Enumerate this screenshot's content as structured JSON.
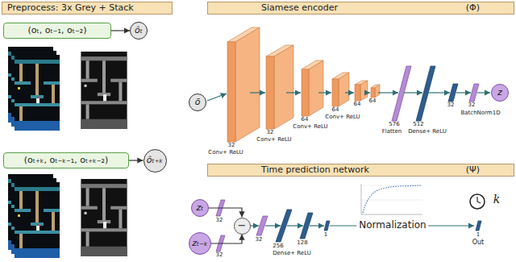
{
  "diagram": {
    "nodes": [
      {
        "text": [
          "Preprocess: 3x Grey + Stack"
        ]
      },
      {
        "text": [
          "(oₜ, oₜ₋₁, oₜ₋₂)"
        ]
      },
      {
        "text": [
          "ôₜ"
        ]
      },
      {
        "text": [
          "(oₜ₊ₖ, oₜ₋ₖ₋₁, oₜ₊ₖ₋₂)"
        ]
      },
      {
        "text": [
          "ôₜ₊ₖ"
        ]
      },
      {
        "text": [
          "Siamese encoder",
          "(Φ)"
        ]
      },
      {
        "text": [
          "ō"
        ]
      },
      {
        "text": [
          "z"
        ]
      },
      {
        "text": [
          "Time prediction network",
          "(Ψ)"
        ]
      },
      {
        "text": [
          "zₜ"
        ]
      },
      {
        "text": [
          "zₜ₋ₖ"
        ]
      },
      {
        "text": [
          "−"
        ]
      }
    ],
    "edges": [
      {
        "from": 1,
        "to": 2,
        "arrow": "to"
      },
      {
        "from": 3,
        "to": 4,
        "arrow": "to"
      },
      {
        "from": 9,
        "to": 11,
        "arrow": "to"
      },
      {
        "from": 10,
        "to": 11,
        "arrow": "to"
      }
    ],
    "labels": [
      "32",
      "Conv+ ReLU",
      "32",
      "Conv+ ReLU",
      "64",
      "Conv+ ReLU",
      "64",
      "Conv+ ReLU",
      "64",
      "64",
      "576",
      "Flatten",
      "512",
      "Dense+ ReLU",
      "32",
      "32",
      "BatchNorm1D",
      "32",
      "32",
      "32",
      "256",
      "128",
      "Dense+ ReLU",
      "1",
      "Normalization",
      "k",
      "1",
      "Out"
    ]
  }
}
